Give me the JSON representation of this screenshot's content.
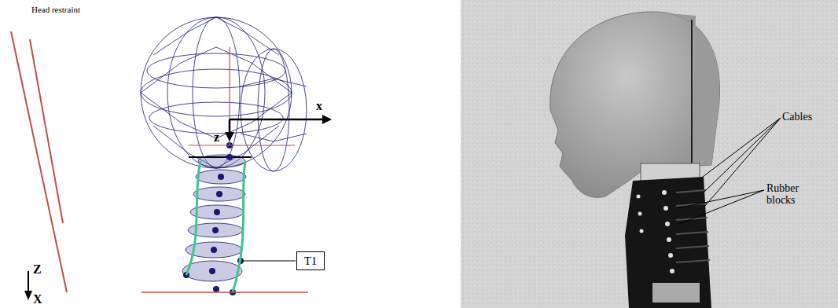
{
  "diagram": {
    "nodes": [
      {
        "text": [
          "T1"
        ]
      }
    ],
    "labels": [
      "Head restraint",
      "x",
      "z",
      "Z",
      "X",
      "Cables",
      "Rubber blocks"
    ]
  }
}
